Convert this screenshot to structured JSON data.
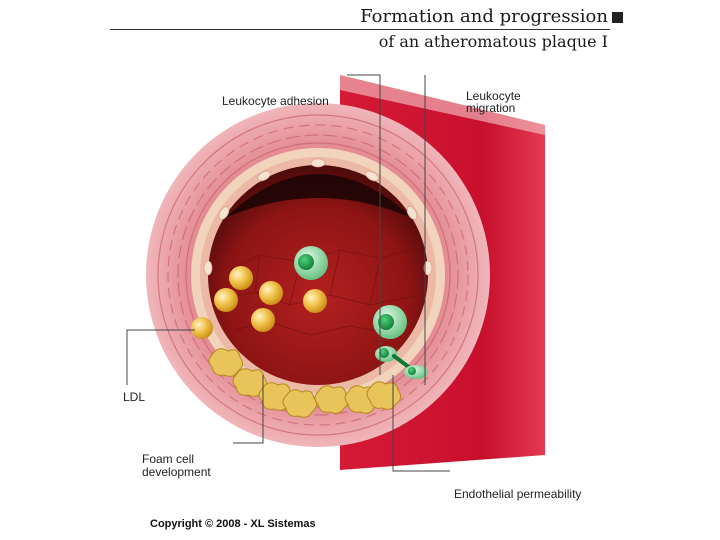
{
  "header": {
    "title_line1": "Formation and progression",
    "title_line2": "of an atheromatous plaque I"
  },
  "labels": {
    "leukocyte_adhesion": "Leukocyte adhesion",
    "leukocyte_migration_1": "Leukocyte",
    "leukocyte_migration_2": "migration",
    "ldl": "LDL",
    "foam_cell_1": "Foam cell",
    "foam_cell_2": "development",
    "endothelial_permeability": "Endothelial permeability"
  },
  "footer": {
    "copyright": "Copyright © 2008 - XL Sistemas"
  },
  "colors": {
    "outer_wall": "#c8102e",
    "wall_pink": "#e9a3a8",
    "endothelium": "#f2d4bd",
    "lumen": "#9b1c1c",
    "ldl_particle": "#f0c24a",
    "leukocyte": "#7fd29a",
    "foam_cell": "#e8c45a"
  }
}
